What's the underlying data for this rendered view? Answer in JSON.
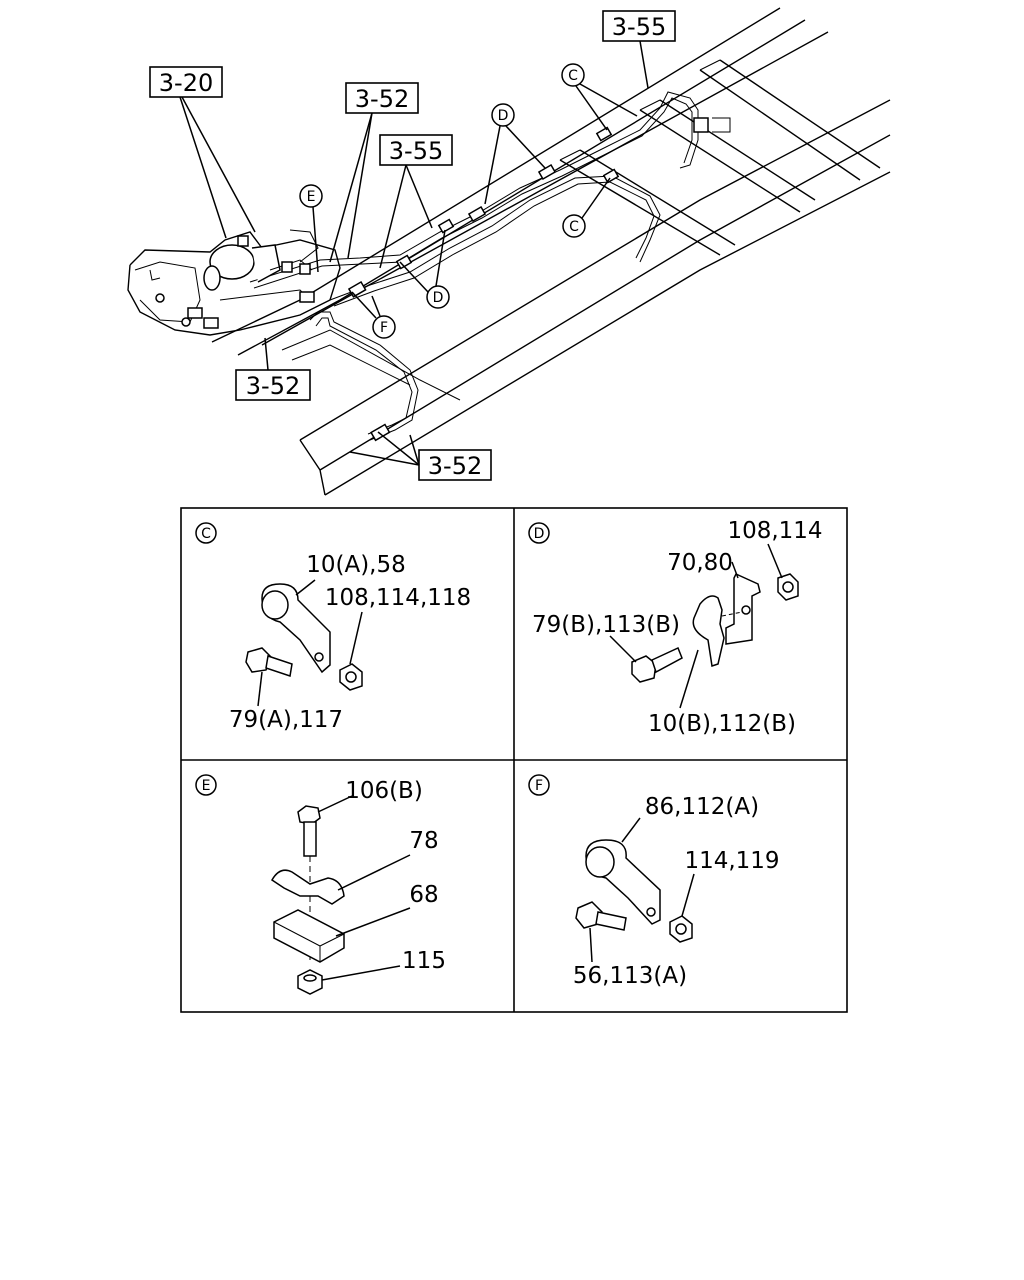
{
  "overview": {
    "refs": {
      "r320": "3-20",
      "r352_top": "3-52",
      "r355_mid": "3-55",
      "r355_top": "3-55",
      "r352_left": "3-52",
      "r352_bottom": "3-52"
    },
    "callouts": {
      "c1": "C",
      "c2": "C",
      "d1": "D",
      "d2": "D",
      "e": "E",
      "f": "F"
    }
  },
  "details": {
    "c": {
      "letter": "C",
      "clamp_label": "10(A),58",
      "nut_label": "108,114,118",
      "bolt_label": "79(A),117"
    },
    "d": {
      "letter": "D",
      "nut_label": "108,114",
      "bracket_label": "70,80",
      "bolt_label": "79(B),113(B)",
      "clamp_label": "10(B),112(B)"
    },
    "e": {
      "letter": "E",
      "bolt_label": "106(B)",
      "clamp_label": "78",
      "block_label": "68",
      "nut_label": "115"
    },
    "f": {
      "letter": "F",
      "clamp_label": "86,112(A)",
      "nut_label": "114,119",
      "bolt_label": "56,113(A)"
    }
  }
}
